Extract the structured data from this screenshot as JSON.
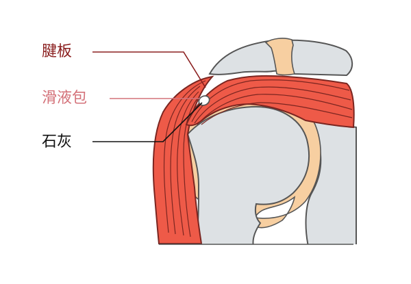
{
  "labels": {
    "tendon": {
      "text": "腱板",
      "color": "#8a1e1e"
    },
    "bursa": {
      "text": "滑液包",
      "color": "#d4727a"
    },
    "calcification": {
      "text": "石灰",
      "color": "#111111"
    }
  },
  "colors": {
    "muscle": "#ee5a48",
    "muscle_stroke": "#7a2520",
    "bone": "#dde1e4",
    "cartilage": "#f7cfa1",
    "outline": "#555555",
    "calcification_fill": "#ffffff"
  }
}
